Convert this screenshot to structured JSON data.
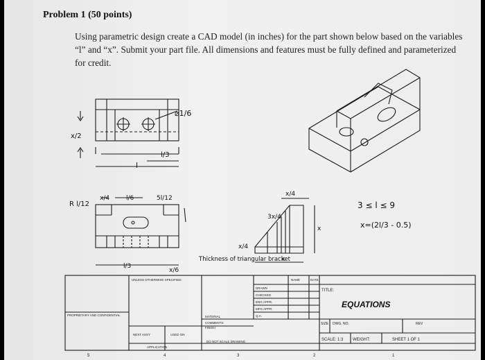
{
  "problem": {
    "title": "Problem 1 (50 points)",
    "text": "Using parametric design create a CAD model (in inches) for the part shown below based on the variables “l” and “x”. Submit your part file. All dimensions and features must be fully defined and parameterized for credit."
  },
  "annotations": {
    "top_hole": "⌀1/6",
    "top_left_dim": "x/2",
    "top_right_dim": "l/3",
    "top_bottom_dim": "l",
    "front_left_dim": "R l/12",
    "front_top_1": "x/4",
    "front_top_2": "l/6",
    "front_top_3": "5l/12",
    "front_bottom_1": "l/3",
    "front_bottom_2": "x/6",
    "side_top": "x/4",
    "side_left": "3x/4",
    "side_right": "x",
    "side_mid": "x/4",
    "side_bottom": "x",
    "note": "Thickness of triangular bracket",
    "constraint_1": "3 ≤ l ≤ 9",
    "constraint_2": "x=(2l/3 - 0.5)"
  },
  "title_block": {
    "company": "EQUATIONS",
    "unless": "UNLESS OTHERWISE SPECIFIED:",
    "name": "NAME",
    "date": "DATE",
    "drawn": "DRAWN",
    "checked": "CHECKED",
    "eng_appr": "ENG APPR.",
    "mfg_appr": "MFG APPR.",
    "qa": "Q.A.",
    "comments": "COMMENTS:",
    "title": "TITLE:",
    "size": "SIZE",
    "dwg_no": "DWG. NO.",
    "rev": "REV",
    "scale": "SCALE: 1:3",
    "weight": "WEIGHT:",
    "sheet": "SHEET 1 OF 1",
    "material": "MATERIAL",
    "finish": "FINISH",
    "next_assy": "NEXT ASSY",
    "used_on": "USED ON",
    "application": "APPLICATION",
    "do_not_scale": "DO NOT SCALE DRAWING",
    "proprietary": "PROPRIETARY AND CONFIDENTIAL",
    "col_5": "5",
    "col_4": "4",
    "col_3": "3",
    "col_2": "2",
    "col_1": "1"
  }
}
